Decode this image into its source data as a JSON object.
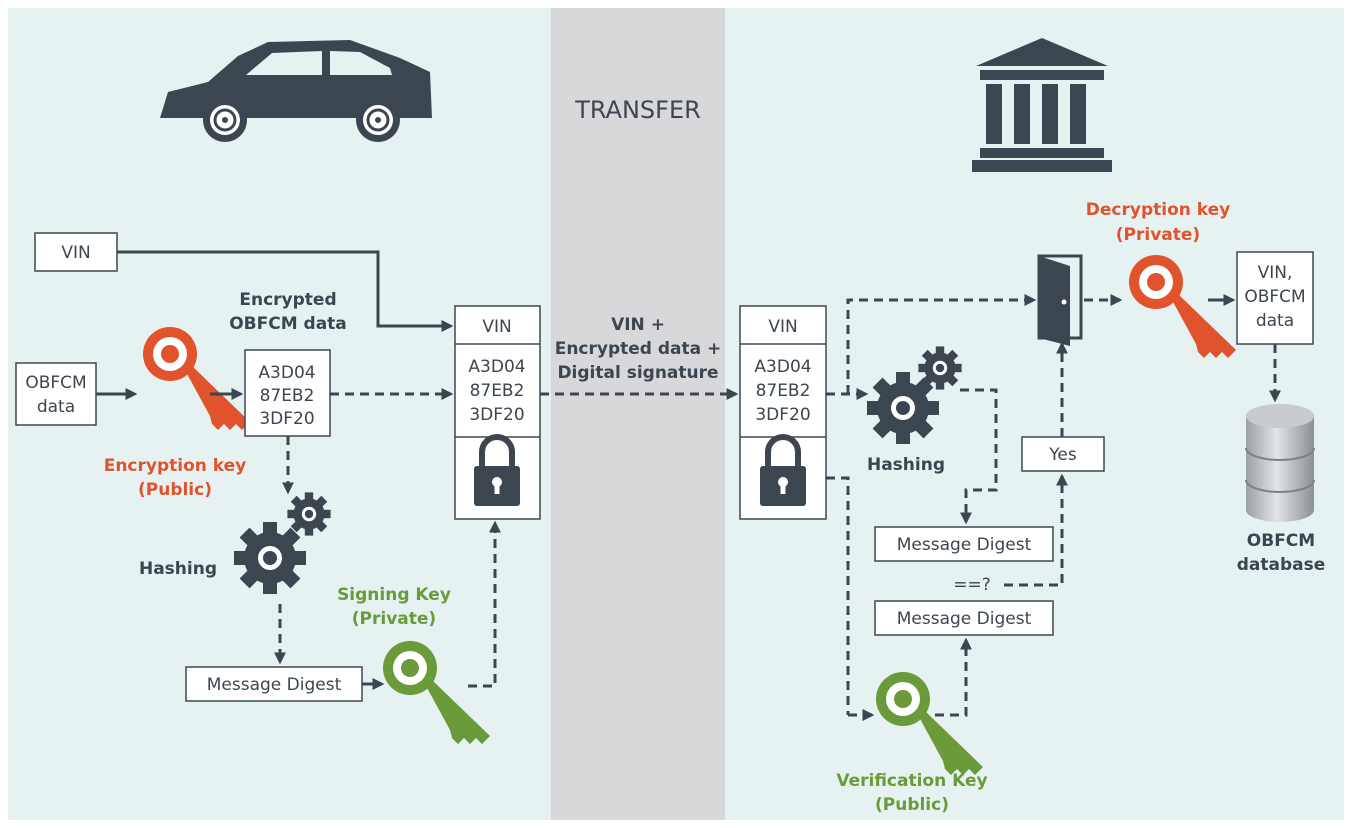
{
  "transfer": {
    "label": "TRANSFER"
  },
  "sender": {
    "vin": "VIN",
    "obfcm_data": [
      "OBFCM",
      "data"
    ],
    "encrypted_caption": [
      "Encrypted",
      "OBFCM data"
    ],
    "encrypted_block": [
      "A3D04",
      "87EB2",
      "3DF20"
    ],
    "encryption_key": [
      "Encryption key",
      "(Public)"
    ],
    "hashing": "Hashing",
    "message_digest": "Message Digest",
    "signing_key": [
      "Signing Key",
      "(Private)"
    ],
    "package": {
      "vin": "VIN",
      "block": [
        "A3D04",
        "87EB2",
        "3DF20"
      ]
    }
  },
  "transfer_caption": [
    "VIN +",
    "Encrypted data +",
    "Digital signature"
  ],
  "receiver": {
    "package": {
      "vin": "VIN",
      "block": [
        "A3D04",
        "87EB2",
        "3DF20"
      ]
    },
    "hashing": "Hashing",
    "message_digest_1": "Message Digest",
    "message_digest_2": "Message Digest",
    "compare": "==?",
    "yes": "Yes",
    "verification_key": [
      "Verification Key",
      "(Public)"
    ],
    "decryption_key": [
      "Decryption key",
      "(Private)"
    ],
    "output": [
      "VIN,",
      "OBFCM",
      "data"
    ],
    "database": [
      "OBFCM",
      "database"
    ]
  },
  "colors": {
    "background": "#e6f2f1",
    "transfer_band": "#d8d8da",
    "dark": "#3c4650",
    "orange": "#e0532c",
    "green": "#6a9a3a"
  }
}
